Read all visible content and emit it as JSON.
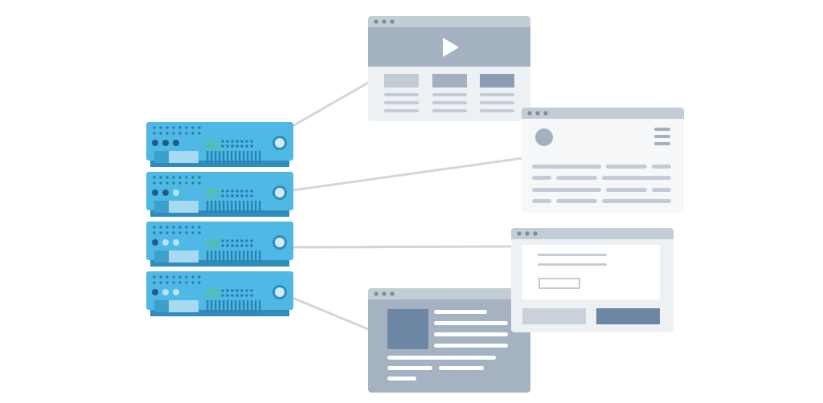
{
  "colors": {
    "background": "#ffffff",
    "connector": "#d3d6da",
    "server_body": "#4fb8e5",
    "server_base": "#2f8dbc",
    "server_dark": "#1f5f86",
    "server_dot": "#2a7aa8",
    "server_led_green": "#58c85a",
    "server_led_light": "#b8e4f6",
    "server_vent": "#2b81b0",
    "server_drive": "#a7d9f1",
    "server_drive_tab": "#3d9fcb",
    "server_knob_ring": "#2f8dbc",
    "server_knob": "#d4ebf5",
    "window_bar": "#c4ccd5",
    "window_bar_dots": "#7d8c9e",
    "window_body": "#eef1f4",
    "window_body_light": "#f6f7f9",
    "window_gray_body": "#a5b2c2",
    "content_light": "#c3ccd6",
    "content_mid": "#a2b0c0",
    "content_dark": "#6c87a3",
    "video_banner": "#a3b1c1",
    "play_icon": "#ffffff",
    "form_field": "#dde3e9",
    "form_button_light": "#c9d1da",
    "form_button_dark": "#6c87a3"
  },
  "icons": {
    "play": "play-icon",
    "avatar": "avatar-circle-icon",
    "menu": "hamburger-menu-icon"
  },
  "servers": [
    {
      "id": "server-1",
      "led_pattern": [
        "dark",
        "dark",
        "dark"
      ]
    },
    {
      "id": "server-2",
      "led_pattern": [
        "dark",
        "dark",
        "light"
      ]
    },
    {
      "id": "server-3",
      "led_pattern": [
        "dark",
        "light",
        "light"
      ]
    },
    {
      "id": "server-4",
      "led_pattern": [
        "dark",
        "light",
        "light"
      ]
    }
  ],
  "windows": [
    {
      "id": "video-page-window"
    },
    {
      "id": "profile-page-window"
    },
    {
      "id": "form-dialog-window"
    },
    {
      "id": "article-page-window"
    }
  ]
}
